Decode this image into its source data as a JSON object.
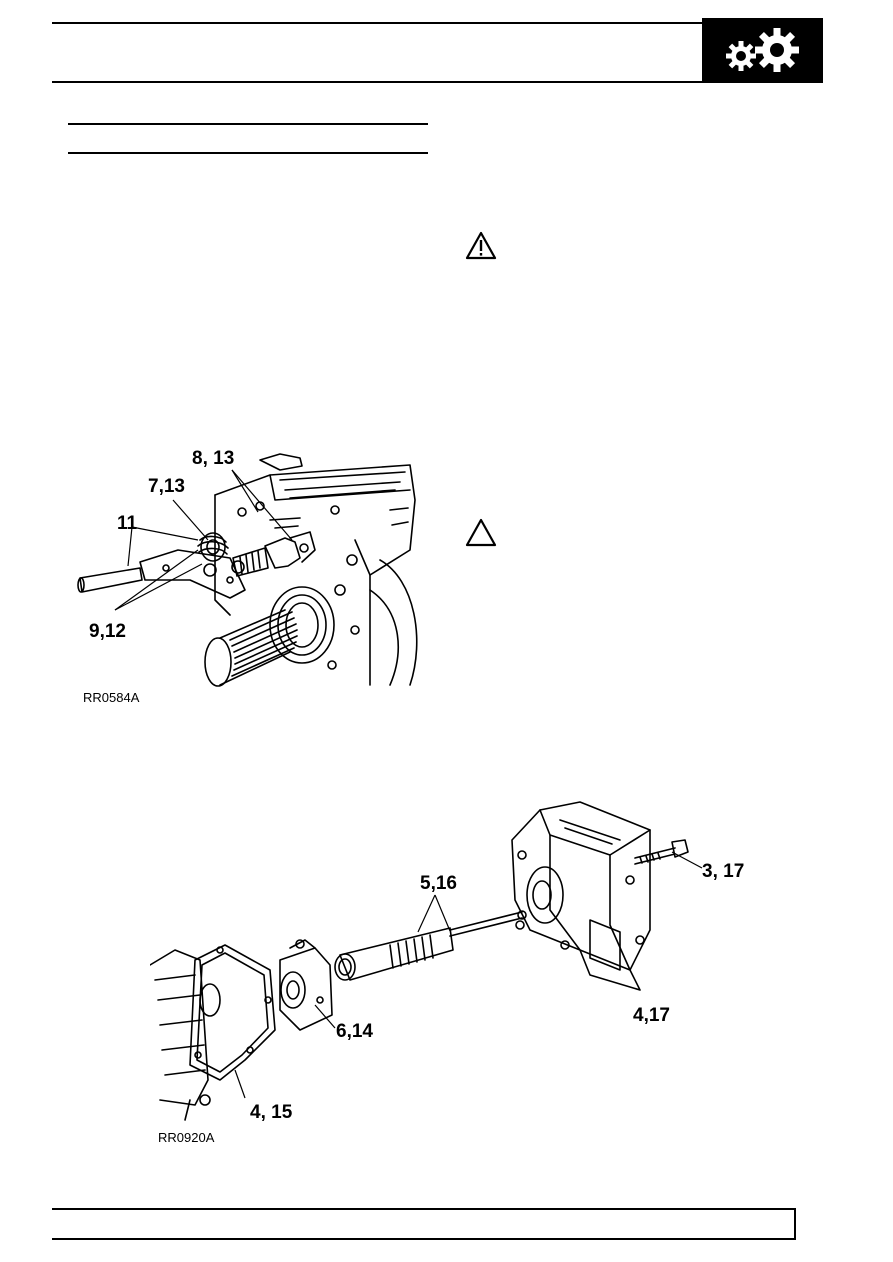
{
  "header": {
    "icon": "gears-icon",
    "colors": {
      "band": "#000000",
      "paper": "#ffffff"
    }
  },
  "figure1": {
    "ref": "RR0584A",
    "callouts": {
      "c_8_13": "8, 13",
      "c_7_13": "7,13",
      "c_11": "11",
      "c_9_12": "9,12"
    }
  },
  "figure2": {
    "ref": "RR0920A",
    "callouts": {
      "c_3_17": "3, 17",
      "c_5_16": "5,16",
      "c_6_14": "6,14",
      "c_4_17": "4,17",
      "c_4_15": "4, 15"
    }
  },
  "icons": {
    "warning": "warning-triangle-icon",
    "caution": "caution-triangle-icon"
  }
}
